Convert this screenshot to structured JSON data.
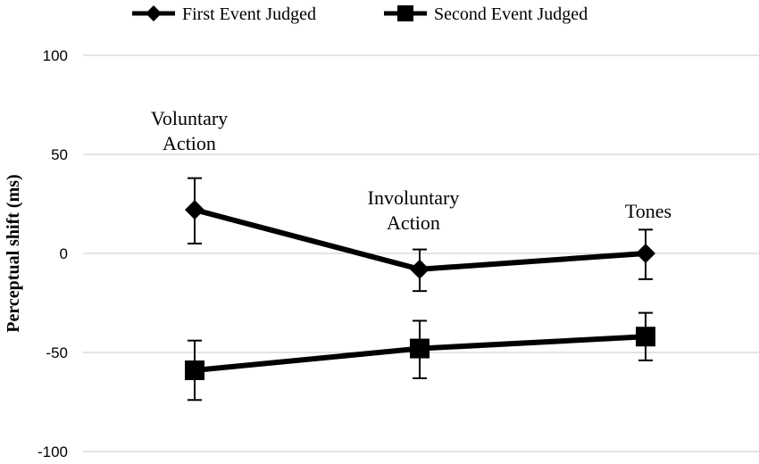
{
  "chart_data": {
    "type": "line",
    "title": "",
    "xlabel": "",
    "ylabel": "Perceptual shift (ms)",
    "ylim": [
      -100,
      100
    ],
    "yticks": [
      100,
      50,
      0,
      -50,
      -100
    ],
    "grid": "horizontal",
    "legend_position": "top",
    "categories": [
      "Voluntary Action",
      "Involuntary Action",
      "Tones"
    ],
    "category_labels": [
      [
        "Voluntary",
        "Action"
      ],
      [
        "Involuntary",
        "Action"
      ],
      [
        "Tones"
      ]
    ],
    "series": [
      {
        "name": "First Event Judged",
        "marker": "diamond",
        "color": "#000000",
        "values": [
          22,
          -8,
          0
        ],
        "err_low": [
          5,
          -19,
          -13
        ],
        "err_high": [
          38,
          2,
          12
        ]
      },
      {
        "name": "Second Event Judged",
        "marker": "square",
        "color": "#000000",
        "values": [
          -59,
          -48,
          -42
        ],
        "err_low": [
          -74,
          -63,
          -54
        ],
        "err_high": [
          -44,
          -34,
          -30
        ]
      }
    ]
  }
}
